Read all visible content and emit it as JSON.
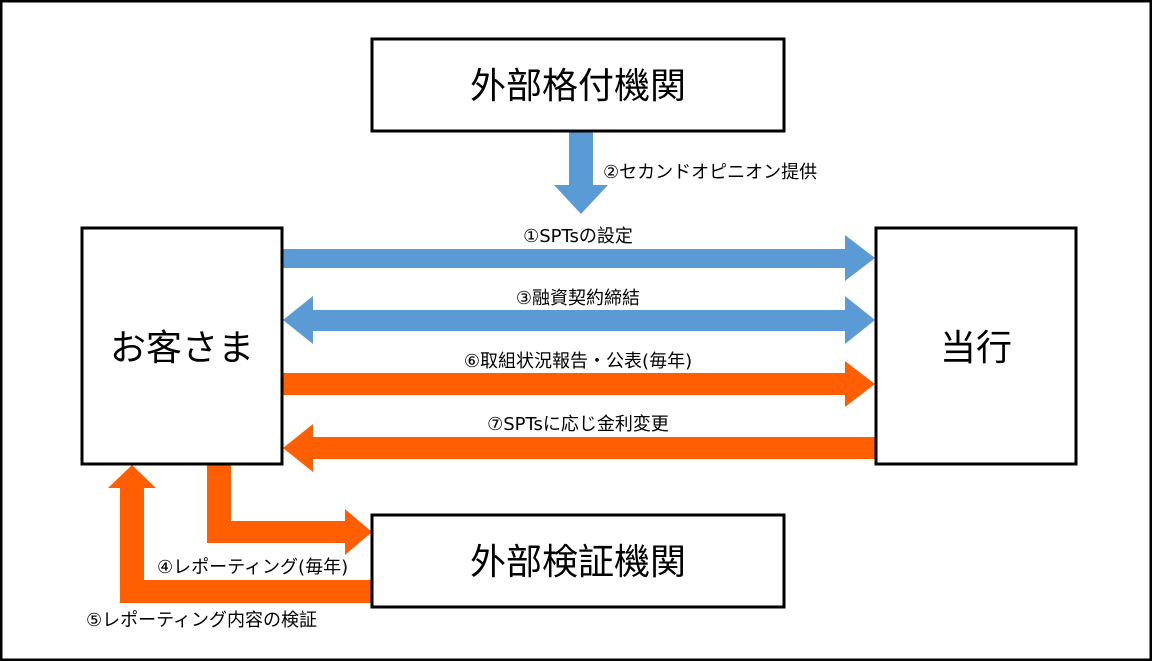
{
  "colors": {
    "blue": "#5B9BD5",
    "orange": "#FF5F00",
    "border": "#000000"
  },
  "nodes": {
    "rating_agency": "外部格付機関",
    "customer": "お客さま",
    "bank": "当行",
    "verifier": "外部検証機関"
  },
  "flows": {
    "f1": "①SPTsの設定",
    "f2": "②セカンドオピニオン提供",
    "f3": "③融資契約締結",
    "f4": "④レポーティング(毎年)",
    "f5": "⑤レポーティング内容の検証",
    "f6": "⑥取組状況報告・公表(毎年)",
    "f7": "⑦SPTsに応じ金利変更"
  }
}
